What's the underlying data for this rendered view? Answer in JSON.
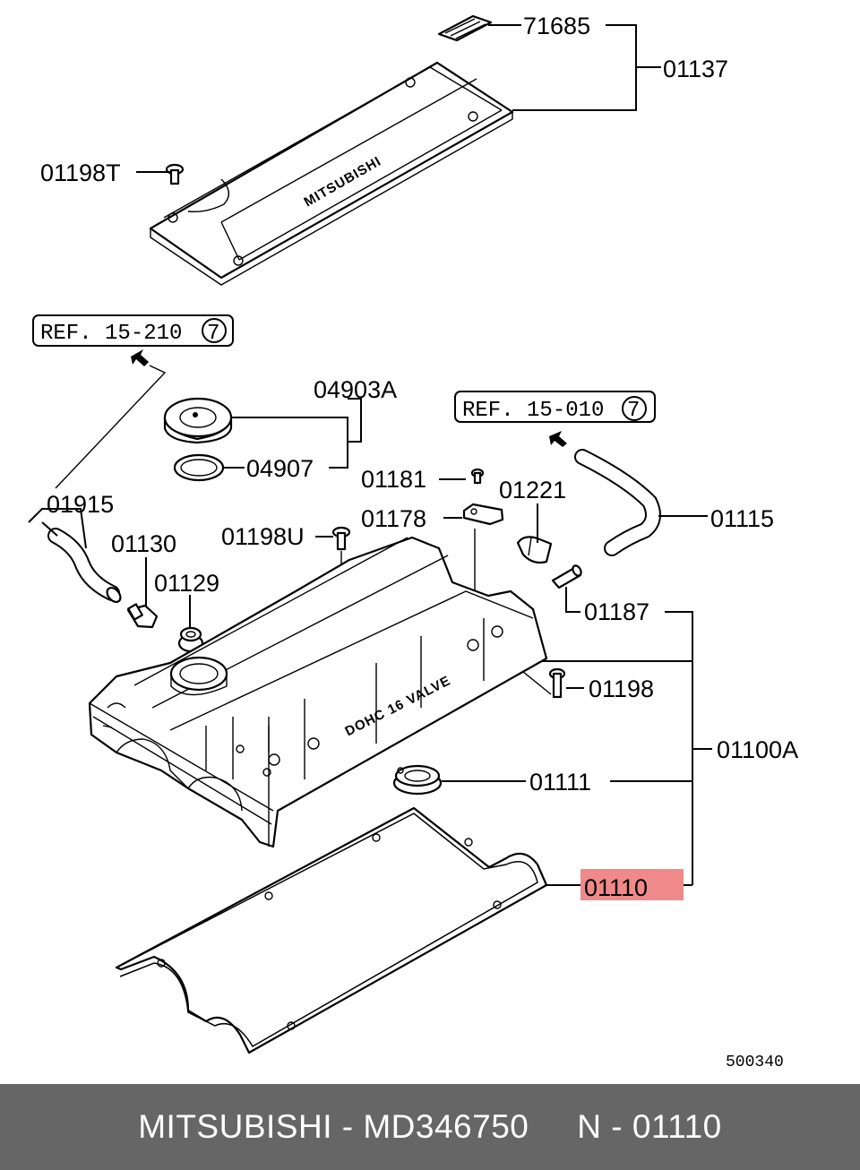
{
  "labels": {
    "p71685": "71685",
    "p01137": "01137",
    "p01198T": "01198T",
    "p04903A": "04903A",
    "p04907": "04907",
    "p01181": "01181",
    "p01221": "01221",
    "p01178": "01178",
    "p01915": "01915",
    "p01115": "01115",
    "p01130": "01130",
    "p01198U": "01198U",
    "p01129": "01129",
    "p01187": "01187",
    "p01198": "01198",
    "p01100A": "01100A",
    "p01111": "01111",
    "p01110": "01110"
  },
  "references": {
    "ref1_text": "REF. 15-210",
    "ref1_num": "7",
    "ref2_text": "REF. 15-010",
    "ref2_num": "7"
  },
  "embossing": {
    "cover": "MITSUBISHI",
    "rocker": "DOHC 16 VALVE"
  },
  "diagram_code": "500340",
  "highlight_color": "#f08a8a",
  "footer": {
    "text": "MITSUBISHI - MD346750     N - 01110"
  }
}
